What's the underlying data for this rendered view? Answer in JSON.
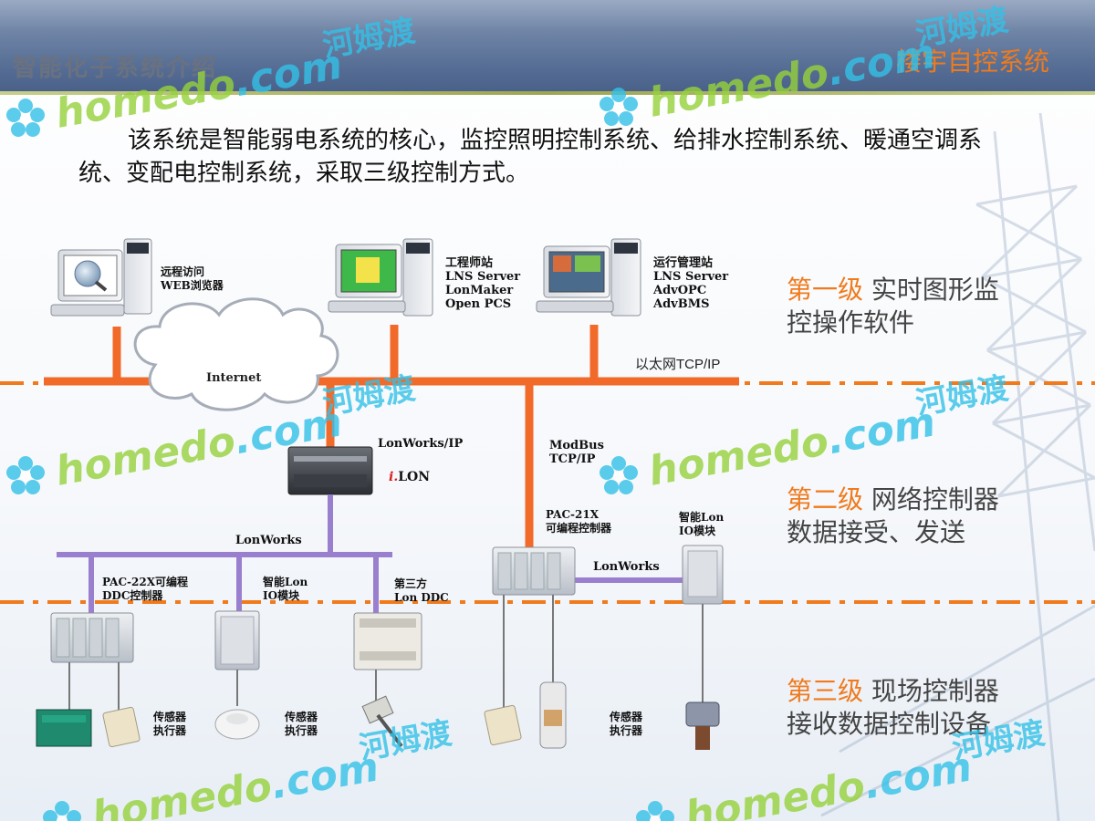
{
  "header": {
    "title_left": "智能化子系统介绍",
    "title_right": "楼宇自控系统"
  },
  "intro": "该系统是智能弱电系统的核心，监控照明控制系统、给排水控制系统、暖通空调系统、变配电控制系统，采取三级控制方式。",
  "levels": [
    {
      "label": "第一级",
      "desc_line1": "实时图形监",
      "desc_line2": "控操作软件"
    },
    {
      "label": "第二级",
      "desc_line1": "网络控制器",
      "desc_line2": "数据接受、发送"
    },
    {
      "label": "第三级",
      "desc_line1": "现场控制器",
      "desc_line2": "接收数据控制设备"
    }
  ],
  "diagram": {
    "ws1": "远程访问\nWEB浏览器",
    "ws2": "工程师站\nLNS Server\nLonMaker\nOpen PCS",
    "ws3": "运行管理站\nLNS Server\nAdvOPC\nAdvBMS",
    "internet": "Internet",
    "ethernet": "以太网TCP/IP",
    "lonworks_ip": "LonWorks/IP",
    "ilon_i": "i.",
    "ilon_rest": "LON",
    "modbus": "ModBus\nTCP/IP",
    "lonworks_left": "LonWorks",
    "lonworks_right": "LonWorks",
    "pac21x": "PAC-21X\n可编程控制器",
    "smart_lon_right": "智能Lon\nIO模块",
    "pac22x": "PAC-22X可编程\nDDC控制器",
    "smart_lon_left": "智能Lon\nIO模块",
    "third_party": "第三方\nLon DDC",
    "sensor1": "传感器\n执行器",
    "sensor2": "传感器\n执行器",
    "sensor3": "传感器\n执行器"
  },
  "watermark": {
    "brand": "homedo",
    "domain": ".com",
    "cn": "河姆渡"
  },
  "colors": {
    "ethernet": "#f26a2a",
    "lon": "#9a7fcf",
    "tier_divider": "#f07a1c",
    "level_num": "#f07a1c",
    "watermark_green": "#96d23c",
    "watermark_cyan": "#34c1e8"
  }
}
